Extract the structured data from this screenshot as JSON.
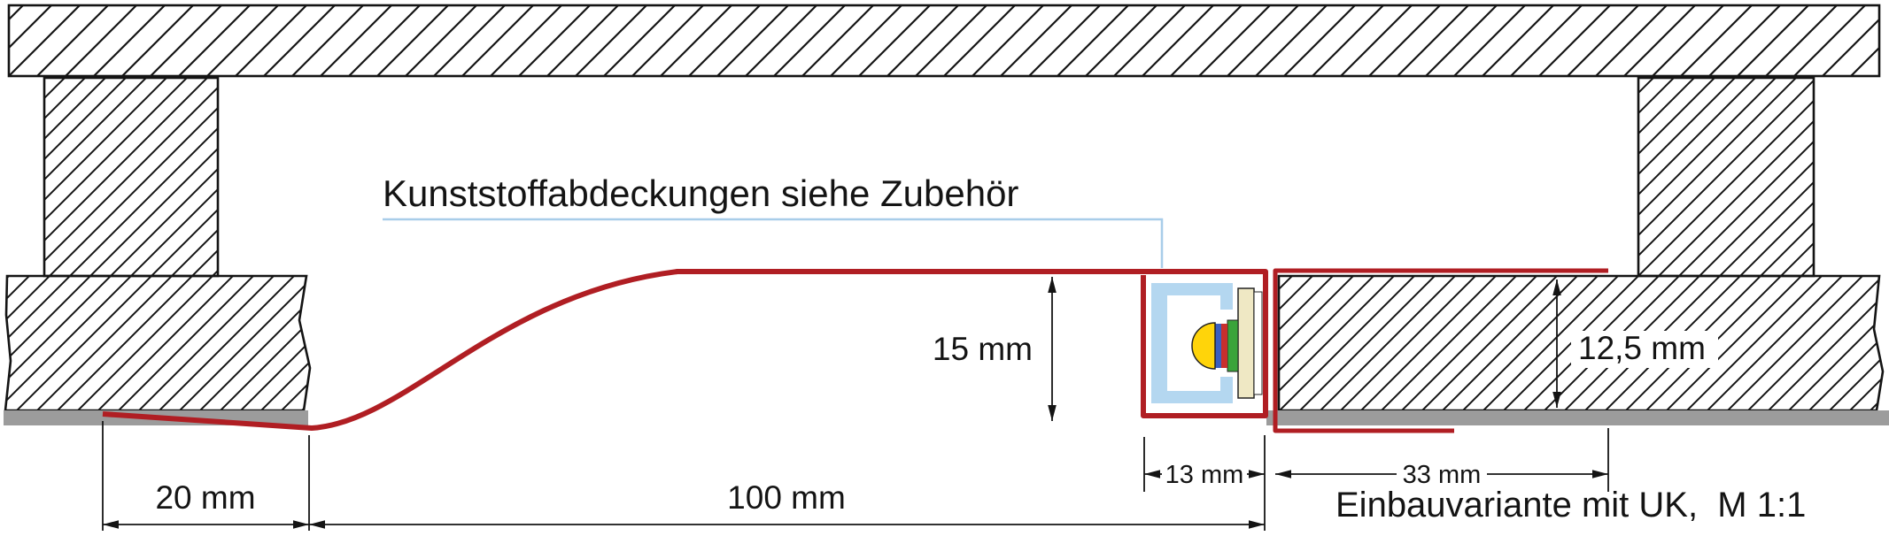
{
  "annotation": {
    "text": "Kunststoffabdeckungen siehe Zubehör"
  },
  "caption": {
    "text": "Einbauvariante mit UK,  M 1:1"
  },
  "dimensions": {
    "left_flange": "20 mm",
    "span": "100 mm",
    "profile_height": "15 mm",
    "channel_width": "13 mm",
    "right_flange": "33 mm",
    "panel_thickness": "12,5 mm"
  },
  "colors": {
    "profile_red": "#b01e23",
    "annotation_blue": "#8cbbdf",
    "leader_blue": "#a8cde9",
    "plasterboard_gray": "#9c9c9c",
    "cover_blue": "#b4d7f0",
    "led_yellow": "#ffd40a",
    "led_green": "#3aa43a",
    "led_red": "#c8302e",
    "led_blue": "#3a5fc0",
    "pcb_cream": "#efe8c4",
    "hatch_black": "#141414"
  }
}
